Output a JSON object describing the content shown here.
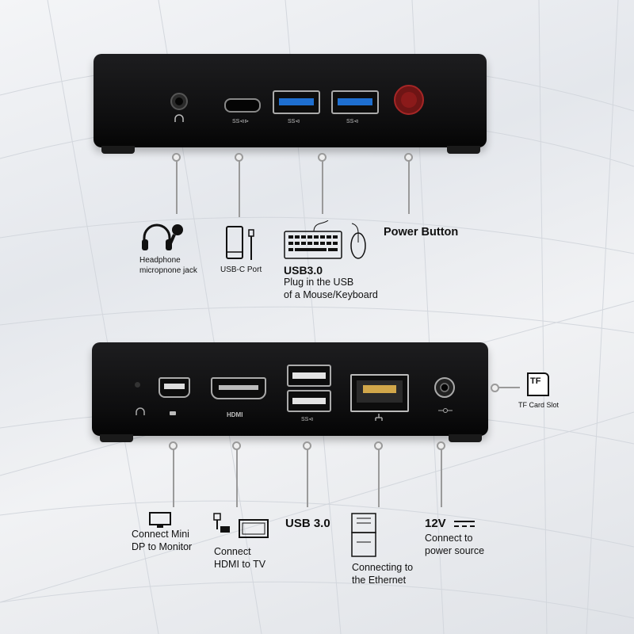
{
  "top": {
    "headphone_label": "Headphone\nmicropnone jack",
    "usbc_label": "USB-C Port",
    "usb3_title": "USB3.0",
    "usb3_desc": "Plug in the USB\nof a Mouse/Keyboard",
    "power_label": "Power Button",
    "usbc_port_glyph": "SS⊲⊳",
    "usb_port_glyph": "SS⊲"
  },
  "bottom": {
    "hdmi_port_glyph": "HDMI",
    "usb_port_glyph": "SS⊲",
    "tf_label": "TF Card Slot",
    "tf_icon_text": "TF",
    "minidp_label": "Connect Mini\nDP to Monitor",
    "hdmi_label": "Connect\nHDMI to TV",
    "usb3_label": "USB 3.0",
    "ethernet_label": "Connecting to\nthe Ethernet",
    "power_title": "12V",
    "power_desc": "Connect to\npower source"
  },
  "colors": {
    "device": "#111111",
    "power_button": "#8b1a1a",
    "usb_blue": "#1e6fd0",
    "callout_line": "#9a9a9a"
  }
}
